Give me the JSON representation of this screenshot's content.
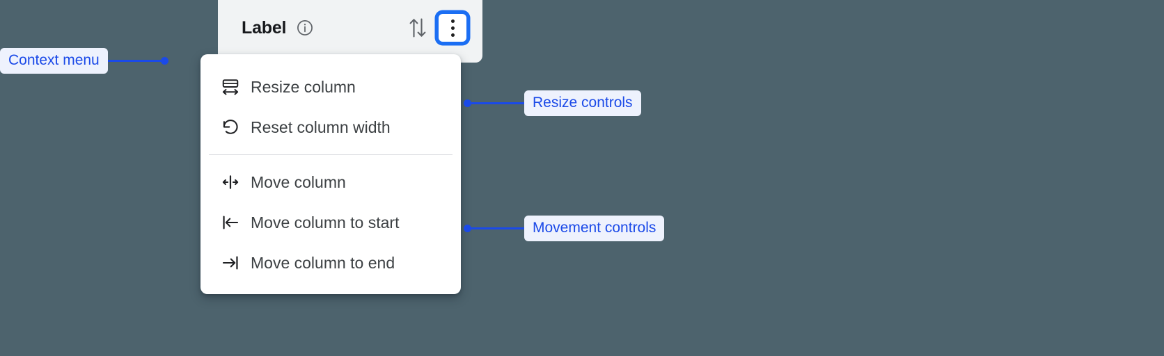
{
  "background_color": "#4d636d",
  "accent_color": "#1b4ae8",
  "focus_ring_color": "#1b6ef3",
  "column_header": {
    "title": "Label",
    "info_icon": "info-circle-icon",
    "sort_icon": "sort-up-down-icon",
    "menu_button_icon": "kebab-menu-icon",
    "menu_button_focused": true
  },
  "context_menu": {
    "groups": [
      {
        "name": "resize-controls",
        "items": [
          {
            "icon": "resize-column-icon",
            "label": "Resize column"
          },
          {
            "icon": "reset-rotate-icon",
            "label": "Reset column width"
          }
        ]
      },
      {
        "name": "movement-controls",
        "items": [
          {
            "icon": "move-column-icon",
            "label": "Move column"
          },
          {
            "icon": "move-to-start-icon",
            "label": "Move column to start"
          },
          {
            "icon": "move-to-end-icon",
            "label": "Move column to end"
          }
        ]
      }
    ]
  },
  "annotations": [
    {
      "id": "context-menu",
      "label": "Context menu",
      "dot_side": "right"
    },
    {
      "id": "resize",
      "label": "Resize controls",
      "dot_side": "left"
    },
    {
      "id": "movement",
      "label": "Movement controls",
      "dot_side": "left"
    }
  ]
}
